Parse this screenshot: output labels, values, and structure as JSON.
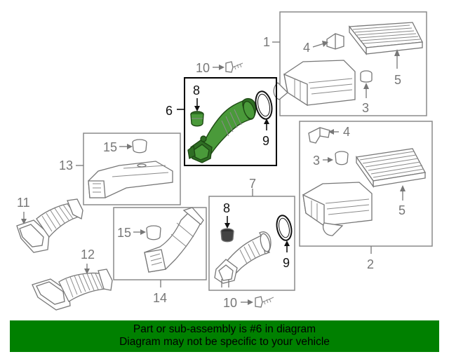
{
  "callouts": {
    "n1": "1",
    "n2": "2",
    "n3a": "3",
    "n3b": "3",
    "n4a": "4",
    "n4b": "4",
    "n5a": "5",
    "n5b": "5",
    "n6": "6",
    "n7": "7",
    "n8a": "8",
    "n8b": "8",
    "n9a": "9",
    "n9b": "9",
    "n10a": "10",
    "n10b": "10",
    "n11": "11",
    "n12": "12",
    "n13": "13",
    "n14": "14",
    "n15a": "15",
    "n15b": "15"
  },
  "highlight": {
    "part_number": "6",
    "color": "#2f6e24"
  },
  "footer": {
    "line1": "Part or sub-assembly is #6 in diagram",
    "line2": "Diagram may not be specific to your vehicle",
    "background": "#008000"
  }
}
